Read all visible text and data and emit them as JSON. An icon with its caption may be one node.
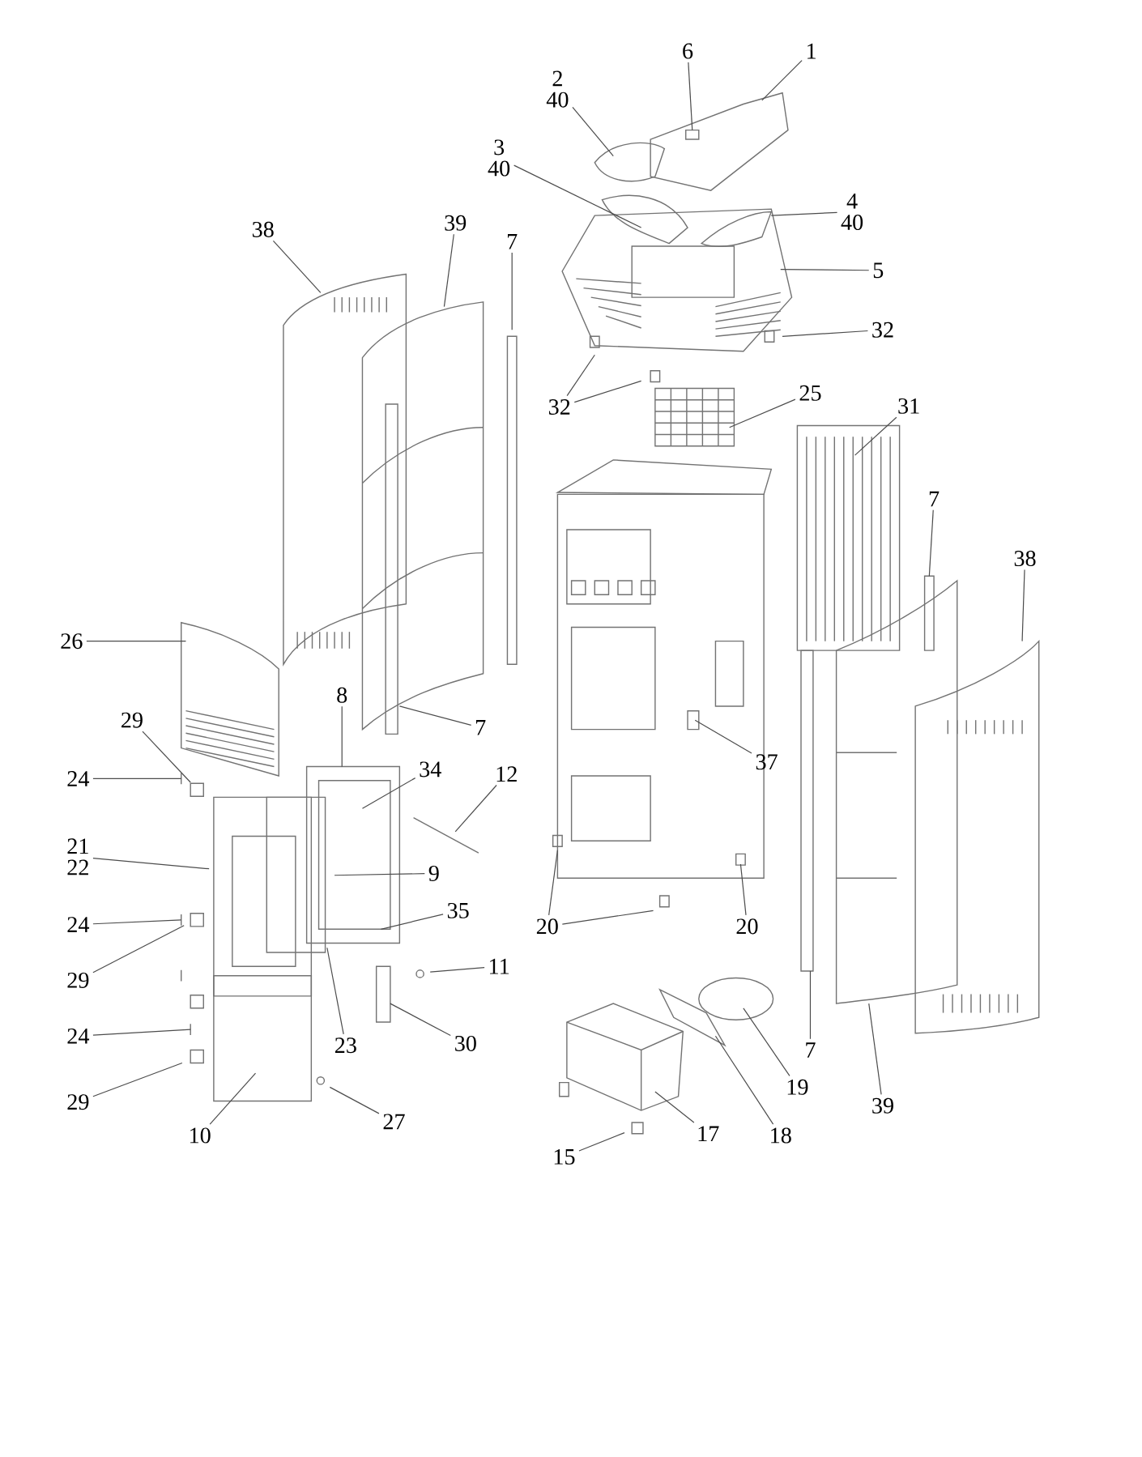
{
  "diagram": {
    "nodes": [
      {
        "text": [
          "1"
        ]
      },
      {
        "text": [
          "6"
        ]
      },
      {
        "text": [
          "2",
          "40"
        ]
      },
      {
        "text": [
          "3",
          "40"
        ]
      },
      {
        "text": [
          "4",
          "40"
        ]
      },
      {
        "text": [
          "38"
        ]
      },
      {
        "text": [
          "39"
        ]
      },
      {
        "text": [
          "7"
        ]
      },
      {
        "text": [
          "5"
        ]
      },
      {
        "text": [
          "32"
        ]
      },
      {
        "text": [
          "32"
        ]
      },
      {
        "text": [
          "25"
        ]
      },
      {
        "text": [
          "31"
        ]
      },
      {
        "text": [
          "7"
        ]
      },
      {
        "text": [
          "38"
        ]
      },
      {
        "text": [
          "26"
        ]
      },
      {
        "text": [
          "8"
        ]
      },
      {
        "text": [
          "29"
        ]
      },
      {
        "text": [
          "7"
        ]
      },
      {
        "text": [
          "37"
        ]
      },
      {
        "text": [
          "24"
        ]
      },
      {
        "text": [
          "34"
        ]
      },
      {
        "text": [
          "12"
        ]
      },
      {
        "text": [
          "21",
          "22"
        ]
      },
      {
        "text": [
          "9"
        ]
      },
      {
        "text": [
          "35"
        ]
      },
      {
        "text": [
          "24"
        ]
      },
      {
        "text": [
          "20"
        ]
      },
      {
        "text": [
          "20"
        ]
      },
      {
        "text": [
          "11"
        ]
      },
      {
        "text": [
          "29"
        ]
      },
      {
        "text": [
          "24"
        ]
      },
      {
        "text": [
          "23"
        ]
      },
      {
        "text": [
          "30"
        ]
      },
      {
        "text": [
          "7"
        ]
      },
      {
        "text": [
          "19"
        ]
      },
      {
        "text": [
          "29"
        ]
      },
      {
        "text": [
          "39"
        ]
      },
      {
        "text": [
          "27"
        ]
      },
      {
        "text": [
          "17"
        ]
      },
      {
        "text": [
          "10"
        ]
      },
      {
        "text": [
          "18"
        ]
      },
      {
        "text": [
          "15"
        ]
      }
    ],
    "edges": [
      {
        "from": 0,
        "to": null,
        "arrow": "none"
      },
      {
        "from": 1,
        "to": null,
        "arrow": "none"
      },
      {
        "from": 2,
        "to": null,
        "arrow": "none"
      },
      {
        "from": 3,
        "to": null,
        "arrow": "none"
      },
      {
        "from": 4,
        "to": null,
        "arrow": "none"
      },
      {
        "from": 5,
        "to": null,
        "arrow": "none"
      },
      {
        "from": 6,
        "to": null,
        "arrow": "none"
      },
      {
        "from": 7,
        "to": null,
        "arrow": "none"
      },
      {
        "from": 8,
        "to": null,
        "arrow": "none"
      },
      {
        "from": 9,
        "to": null,
        "arrow": "none"
      },
      {
        "from": 10,
        "to": null,
        "arrow": "none"
      },
      {
        "from": 10,
        "to": null,
        "arrow": "none"
      },
      {
        "from": 11,
        "to": null,
        "arrow": "none"
      },
      {
        "from": 12,
        "to": null,
        "arrow": "none"
      },
      {
        "from": 13,
        "to": null,
        "arrow": "none"
      },
      {
        "from": 14,
        "to": null,
        "arrow": "none"
      },
      {
        "from": 15,
        "to": null,
        "arrow": "none"
      },
      {
        "from": 16,
        "to": null,
        "arrow": "none"
      },
      {
        "from": 17,
        "to": null,
        "arrow": "none"
      },
      {
        "from": 18,
        "to": null,
        "arrow": "none"
      },
      {
        "from": 19,
        "to": null,
        "arrow": "none"
      },
      {
        "from": 20,
        "to": null,
        "arrow": "none"
      },
      {
        "from": 21,
        "to": null,
        "arrow": "none"
      },
      {
        "from": 22,
        "to": null,
        "arrow": "none"
      },
      {
        "from": 23,
        "to": null,
        "arrow": "none"
      },
      {
        "from": 24,
        "to": null,
        "arrow": "none"
      },
      {
        "from": 25,
        "to": null,
        "arrow": "none"
      },
      {
        "from": 26,
        "to": null,
        "arrow": "none"
      },
      {
        "from": 27,
        "to": null,
        "arrow": "none"
      },
      {
        "from": 27,
        "to": null,
        "arrow": "none"
      },
      {
        "from": 28,
        "to": null,
        "arrow": "none"
      },
      {
        "from": 29,
        "to": null,
        "arrow": "none"
      },
      {
        "from": 30,
        "to": null,
        "arrow": "none"
      },
      {
        "from": 31,
        "to": null,
        "arrow": "none"
      },
      {
        "from": 32,
        "to": null,
        "arrow": "none"
      },
      {
        "from": 33,
        "to": null,
        "arrow": "none"
      },
      {
        "from": 34,
        "to": null,
        "arrow": "none"
      },
      {
        "from": 35,
        "to": null,
        "arrow": "none"
      },
      {
        "from": 36,
        "to": null,
        "arrow": "none"
      },
      {
        "from": 37,
        "to": null,
        "arrow": "none"
      },
      {
        "from": 38,
        "to": null,
        "arrow": "none"
      },
      {
        "from": 39,
        "to": null,
        "arrow": "none"
      },
      {
        "from": 40,
        "to": null,
        "arrow": "none"
      },
      {
        "from": 41,
        "to": null,
        "arrow": "none"
      },
      {
        "from": 42,
        "to": null,
        "arrow": "none"
      }
    ]
  }
}
